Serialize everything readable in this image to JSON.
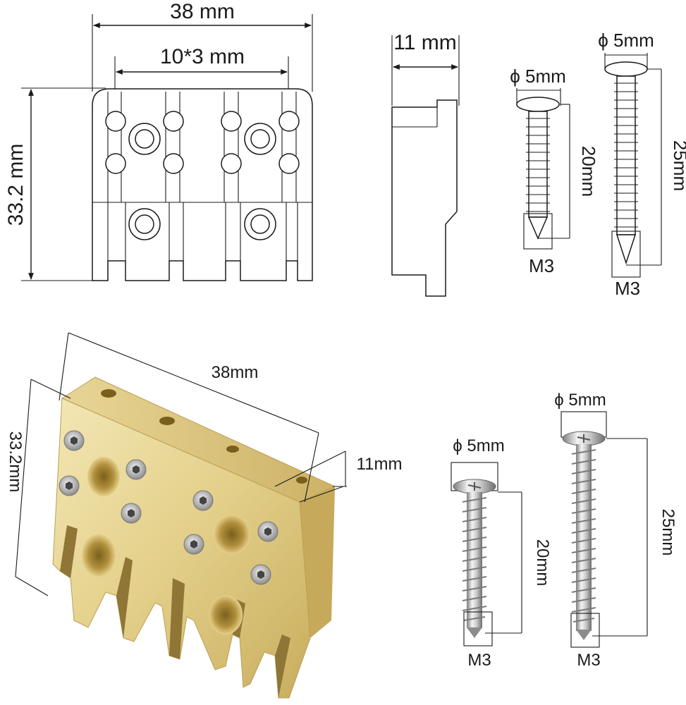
{
  "top_drawing": {
    "width_label": "38 mm",
    "spacing_label": "10*3 mm",
    "height_label": "33.2 mm",
    "depth_label": "11 mm",
    "short_screw": {
      "diameter_label": "ϕ 5mm",
      "length_label": "20mm",
      "thread_label": "M3"
    },
    "long_screw": {
      "diameter_label": "ϕ 5mm",
      "length_label": "25mm",
      "thread_label": "M3"
    }
  },
  "photo": {
    "width_label": "38mm",
    "height_label": "33.2mm",
    "depth_label": "11mm",
    "short_screw": {
      "diameter_label": "ϕ 5mm",
      "length_label": "20mm",
      "thread_label": "M3"
    },
    "long_screw": {
      "diameter_label": "ϕ 5mm",
      "length_label": "25mm",
      "thread_label": "M3"
    }
  },
  "colors": {
    "brass_light": "#ecdca0",
    "brass_mid": "#d9c47c",
    "brass_dark": "#b59a4a",
    "steel_light": "#eeeeee",
    "steel_dark": "#8a8a8a",
    "line": "#1a1a1a"
  }
}
